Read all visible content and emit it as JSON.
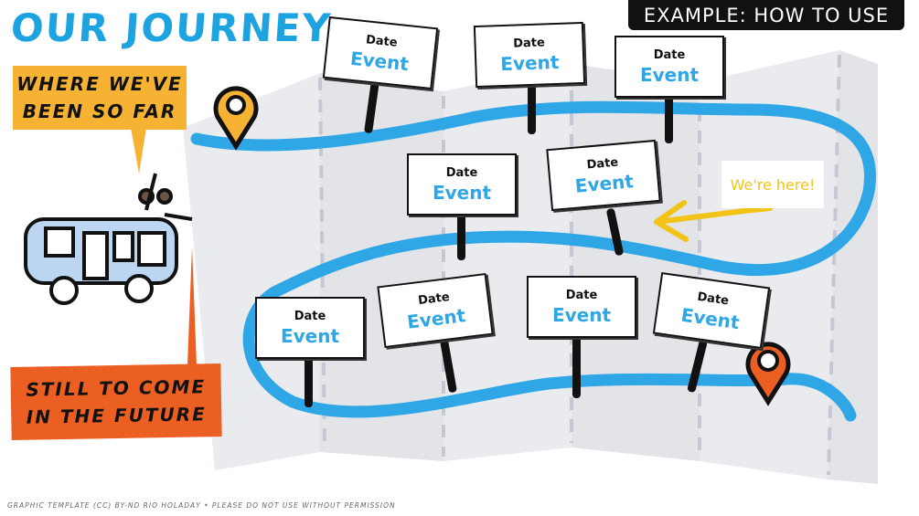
{
  "title": "OUR JOURNEY",
  "badge": "EXAMPLE: HOW TO USE",
  "callouts": {
    "past": [
      "WHERE WE'VE",
      "BEEN SO FAR"
    ],
    "future": [
      "STILL TO COME",
      "IN THE FUTURE"
    ]
  },
  "here_label": "We're here!",
  "signs": [
    {
      "date": "Date",
      "event": "Event"
    },
    {
      "date": "Date",
      "event": "Event"
    },
    {
      "date": "Date",
      "event": "Event"
    },
    {
      "date": "Date",
      "event": "Event"
    },
    {
      "date": "Date",
      "event": "Event"
    },
    {
      "date": "Date",
      "event": "Event"
    },
    {
      "date": "Date",
      "event": "Event"
    },
    {
      "date": "Date",
      "event": "Event"
    },
    {
      "date": "Date",
      "event": "Event"
    }
  ],
  "colors": {
    "path": "#2fa6e6",
    "start_pin": "#f6b232",
    "end_pin": "#ec5f23",
    "arrow": "#f3c418",
    "map": "#eaebee"
  },
  "footer": "GRAPHIC TEMPLATE (CC) BY-ND RIO HOLADAY • PLEASE DO NOT USE WITHOUT PERMISSION"
}
